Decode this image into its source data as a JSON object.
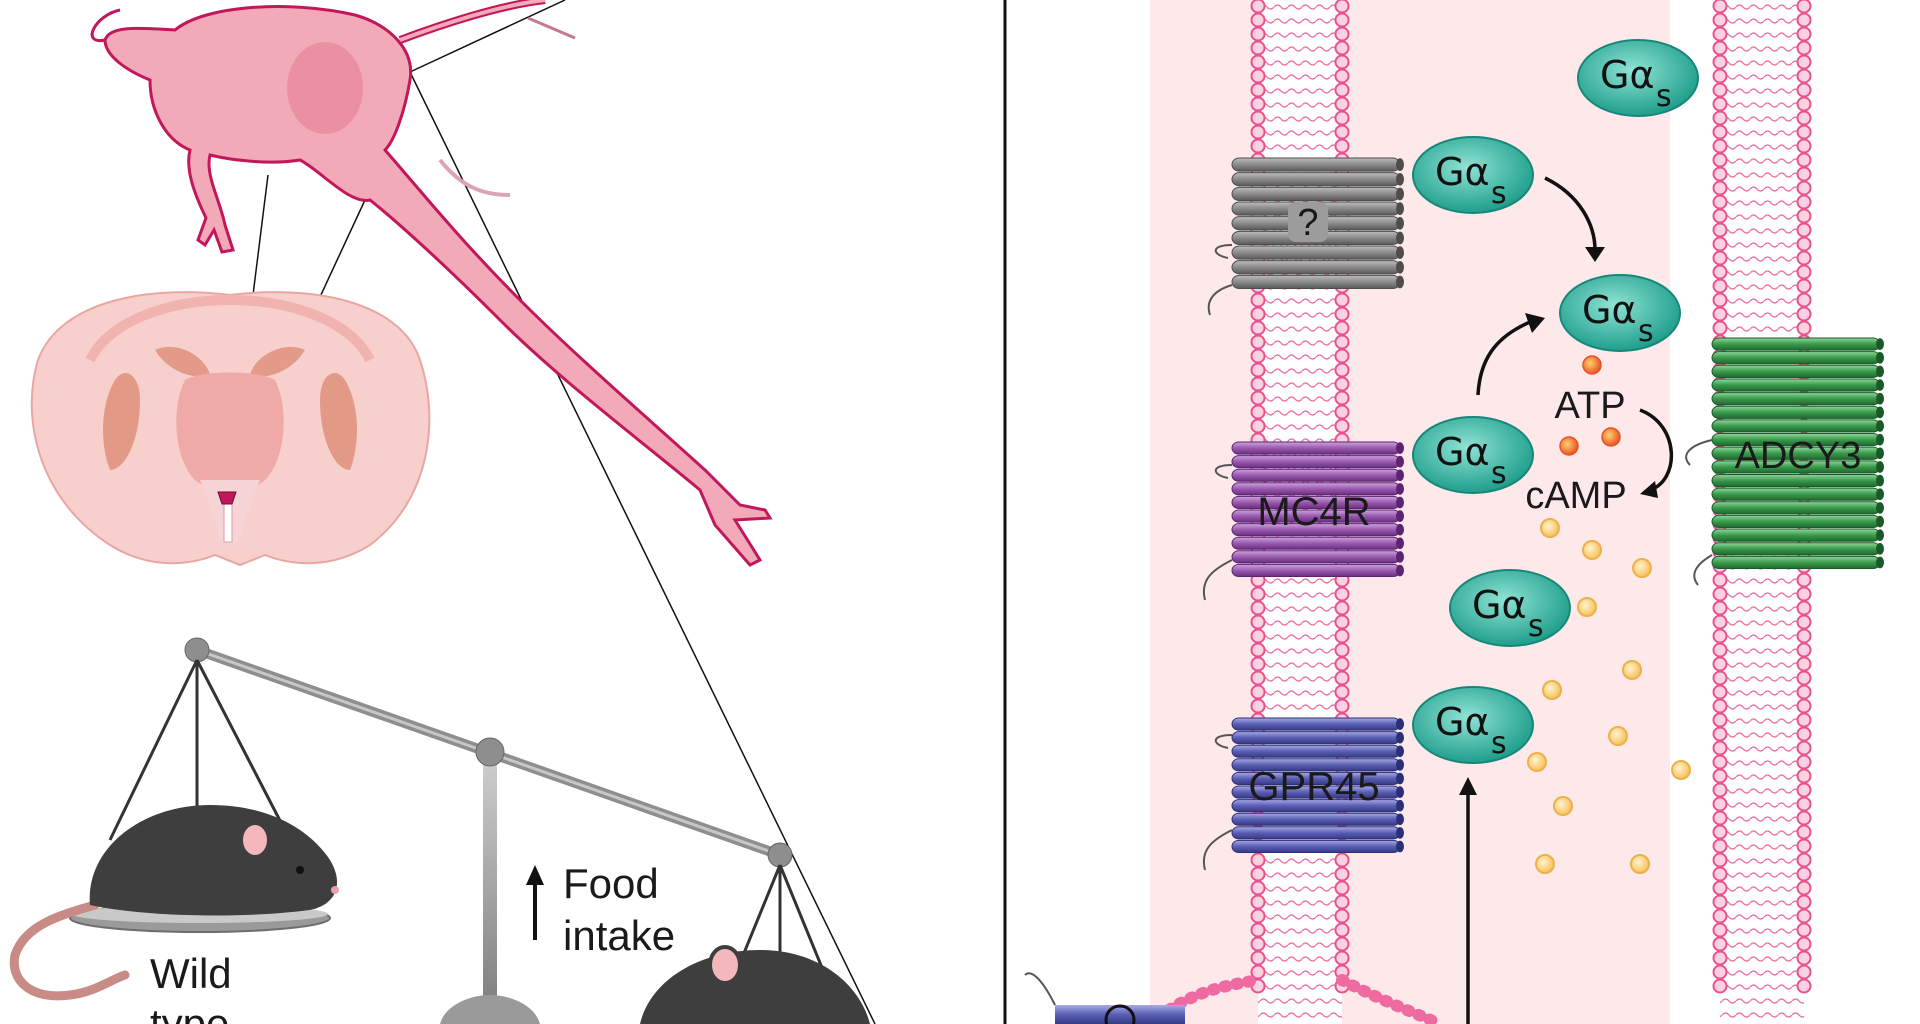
{
  "left_panel": {
    "food_intake": {
      "line1": "Food",
      "line2": "intake",
      "arrow_icon": "up-arrow-icon"
    },
    "wild_type": {
      "line1": "Wild",
      "line2": "type"
    }
  },
  "right_panel": {
    "receptors": [
      {
        "label": "?",
        "color": "#8a8a8a"
      },
      {
        "label": "MC4R",
        "color": "#9a5aae"
      },
      {
        "label": "GPR45",
        "color": "#5a5fb4"
      }
    ],
    "adcy3": {
      "label": "ADCY3",
      "color": "#3a9a4c"
    },
    "gprotein_label": "Gα",
    "gprotein_subscript": "s",
    "atp_label": "ATP",
    "camp_label": "cAMP"
  },
  "colors": {
    "neuron": "#f0a6b6",
    "neuron_outline": "#c2185b",
    "membrane_pink": "#ec4f8f",
    "cilium_fill": "#fde8ea",
    "gprotein": "#3dbdaa",
    "mouse": "#3e3e3e",
    "scale": "#8e8e8e"
  }
}
